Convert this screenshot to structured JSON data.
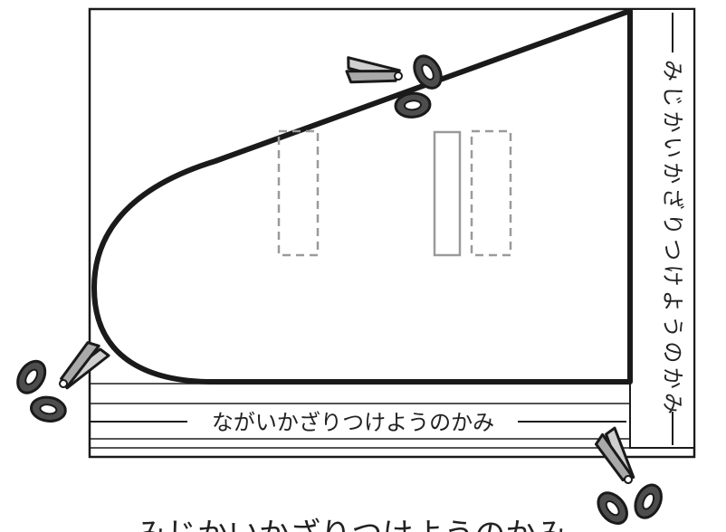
{
  "labels": {
    "long_strip": "ながいかざりつけようのかみ",
    "short_strip_chars": [
      "み",
      "じ",
      "か",
      "い",
      "か",
      "ざ",
      "り",
      "つ",
      "け",
      "よ",
      "う",
      "の",
      "か",
      "み"
    ],
    "caption": "みじかいかざりつけようのかみ"
  },
  "icons": {
    "scissors": "scissors-icon"
  },
  "colors": {
    "outline": "#1a1a1a",
    "slot_gray": "#9a9a9a",
    "scissor_handle": "#4d4d4d",
    "scissor_blade": "#bfbfbf"
  }
}
